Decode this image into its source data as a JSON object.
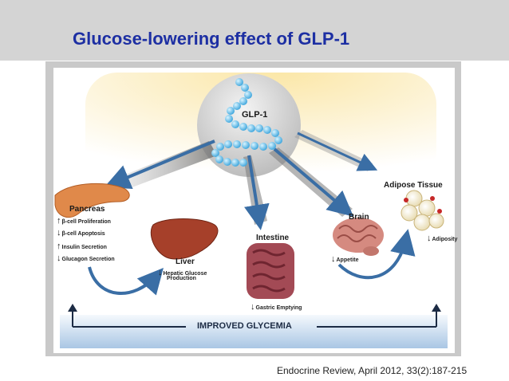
{
  "title": "Glucose-lowering effect of GLP-1",
  "citation": "Endocrine Review, April 2012, 33(2):187-215",
  "colors": {
    "title": "#1d2fa3",
    "arrow_blue": "#3a6ea5",
    "banner": "#dfeaf5"
  },
  "diagram": {
    "hormone_label": "GLP-1",
    "pancreas": {
      "label": "Pancreas",
      "effects": [
        {
          "arrow": "↑",
          "text": "β-cell Proliferation"
        },
        {
          "arrow": "↓",
          "text": "β-cell Apoptosis"
        },
        {
          "arrow": "↑",
          "text": "Insulin Secretion"
        },
        {
          "arrow": "↓",
          "text": "Glucagon Secretion"
        }
      ]
    },
    "liver": {
      "label": "Liver",
      "arrow": "↓",
      "effect_line1": "Hepatic Glucose",
      "effect_line2": "Production"
    },
    "intestine": {
      "label": "Intestine",
      "arrow": "↓",
      "effect": "Gastric Emptying"
    },
    "brain": {
      "label": "Brain",
      "arrow": "↓",
      "effect": "Appetite"
    },
    "adipose": {
      "label": "Adipose Tissue",
      "arrow": "↓",
      "effect": "Adiposity"
    },
    "outcome": "IMPROVED GLYCEMIA"
  }
}
